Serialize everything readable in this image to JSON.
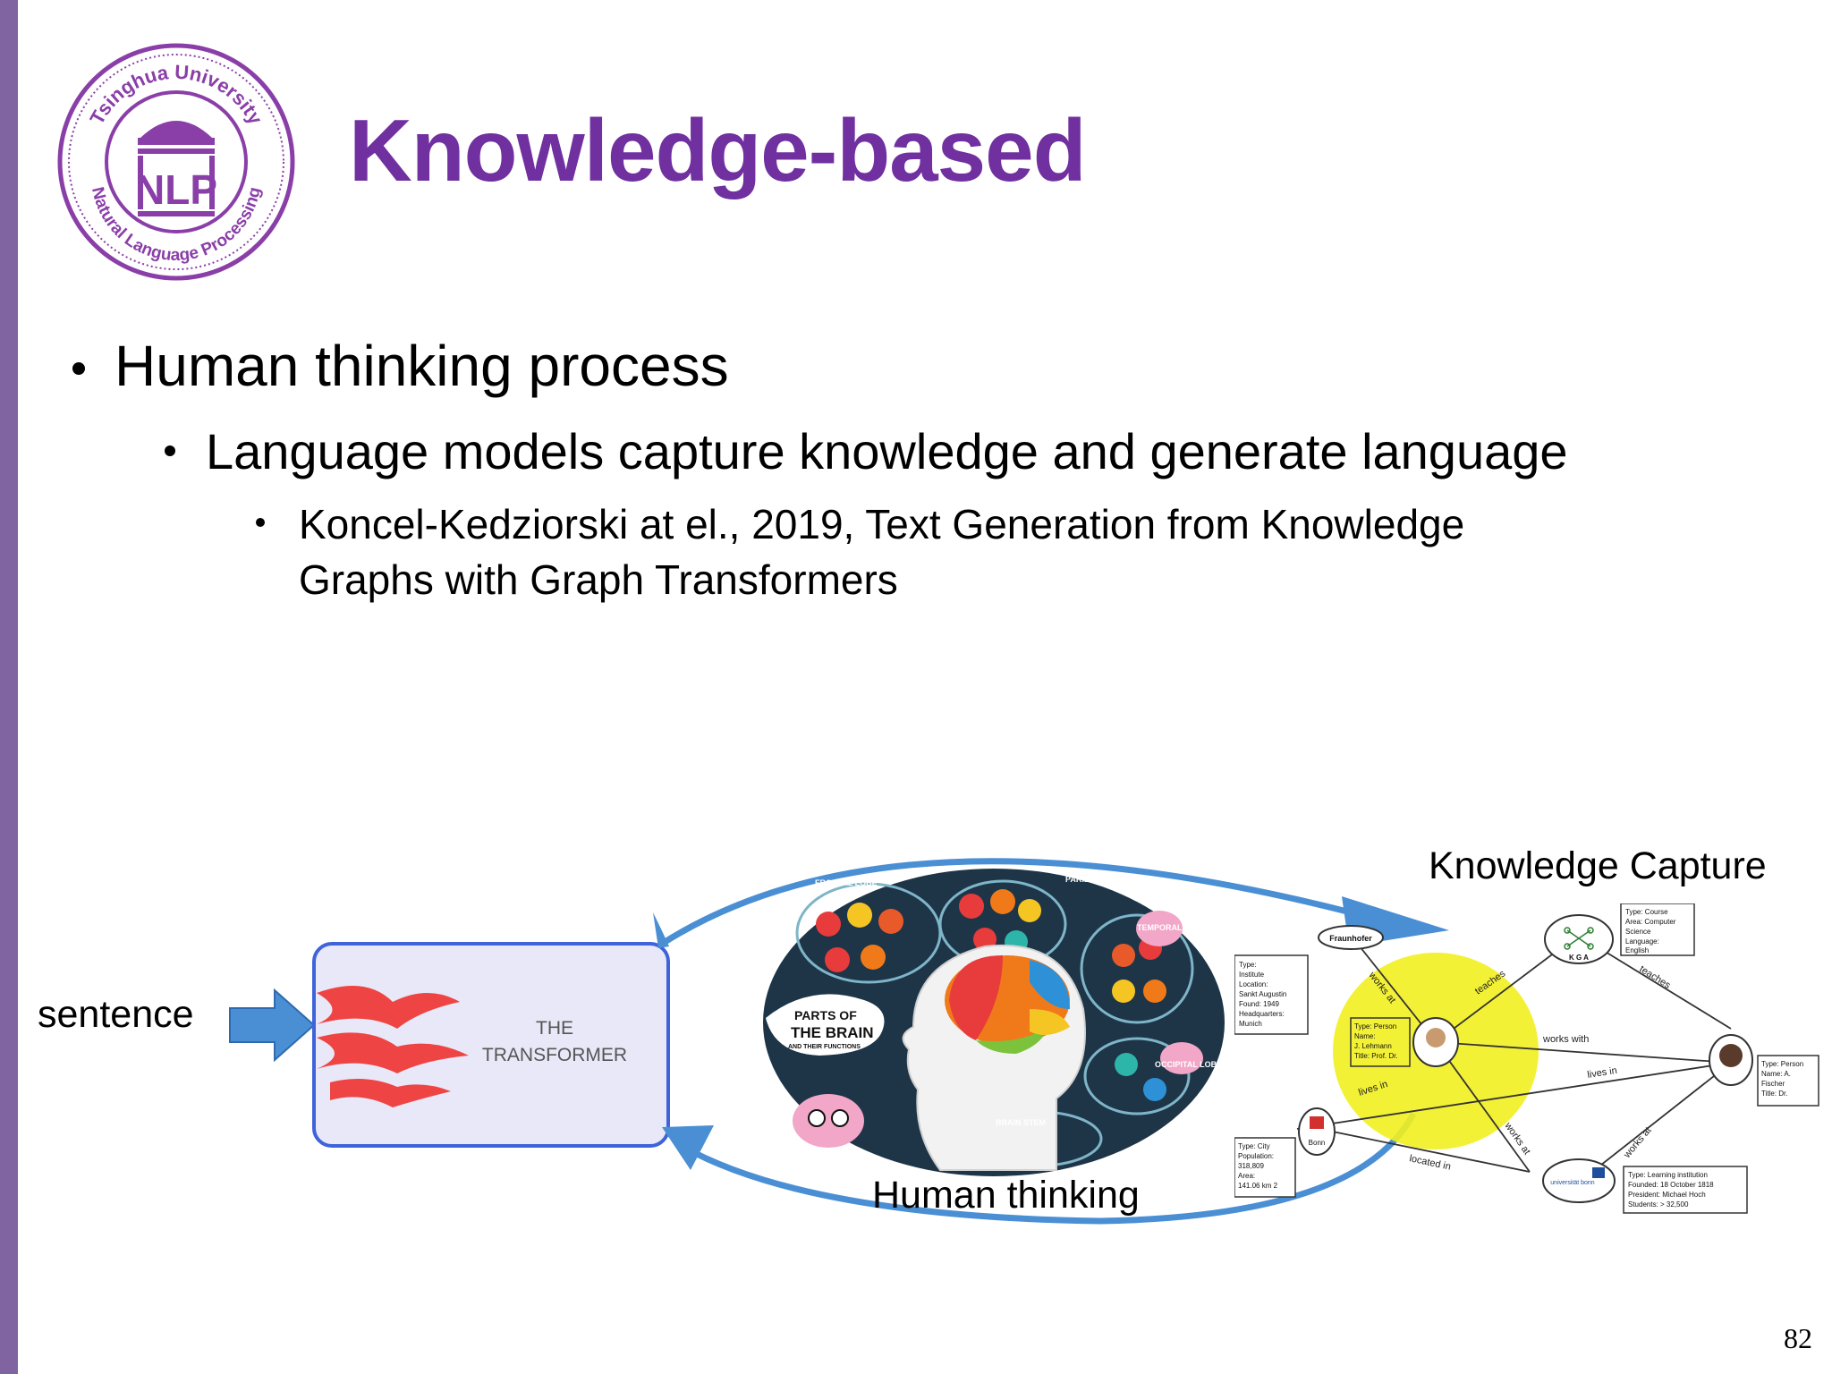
{
  "slide": {
    "title": "Knowledge-based",
    "page_number": "82",
    "logo": {
      "name": "tsinghua-nlp-logo",
      "text_top": "Tsinghua University",
      "text_bottom": "Natural Language Processing",
      "text_center": "NLP"
    },
    "bullets": {
      "level1": "Human thinking process",
      "level2": "Language models capture knowledge and generate language",
      "level3_line1": "Koncel-Kedziorski at el., 2019, Text Generation from Knowledge",
      "level3_line2": "Graphs with Graph Transformers"
    }
  },
  "diagram": {
    "input_label": "sentence",
    "transformer_line1": "THE",
    "transformer_line2": "TRANSFORMER",
    "human_thinking_label": "Human thinking",
    "knowledge_capture_label": "Knowledge  Capture",
    "brain_image": {
      "title_line1": "PARTS OF",
      "title_line2": "THE BRAIN",
      "title_line3": "AND THEIR FUNCTIONS",
      "lobes": [
        "FRONTAL LOBE",
        "PARIETAL LOBE",
        "TEMPORAL LOBE",
        "OCCIPITAL LOBE",
        "BRAIN STEM"
      ]
    },
    "knowledge_graph": {
      "nodes": {
        "fraunhofer": "Fraunhofer",
        "kga": "K G A",
        "bonn": "Bonn",
        "uni_bonn": "universität bonn"
      },
      "edges": [
        "works at",
        "teaches",
        "teaches",
        "works with",
        "lives in",
        "lives in",
        "works at",
        "works at",
        "located in"
      ],
      "info_boxes": {
        "institute": [
          "Type:",
          "Institute",
          "Location:",
          "Sankt Augustin",
          "Found: 1949",
          "Headquarters:",
          "Munich"
        ],
        "course": [
          "Type: Course",
          "Area: Computer",
          "Science",
          "Language:",
          "English"
        ],
        "person_center": [
          "Type: Person",
          "Name:",
          "J. Lehmann",
          "Title: Prof. Dr."
        ],
        "person_right": [
          "Type: Person",
          "Name: A.",
          "Fischer",
          "Title: Dr."
        ],
        "city": [
          "Type: City",
          "Population:",
          "318,809",
          "Area:",
          "141.06 km 2"
        ],
        "university": [
          "Type: Learning institution",
          "Founded: 18 October 1818",
          "President: Michael Hoch",
          "Students: > 32,500"
        ]
      }
    }
  },
  "colors": {
    "title": "#7030a0",
    "left_bar": "#8064a2",
    "arrow_blue": "#4a8fd4",
    "transformer_border": "#3f63d9",
    "highlight_yellow": "#f2ef1f",
    "flame_red": "#ef4444"
  }
}
